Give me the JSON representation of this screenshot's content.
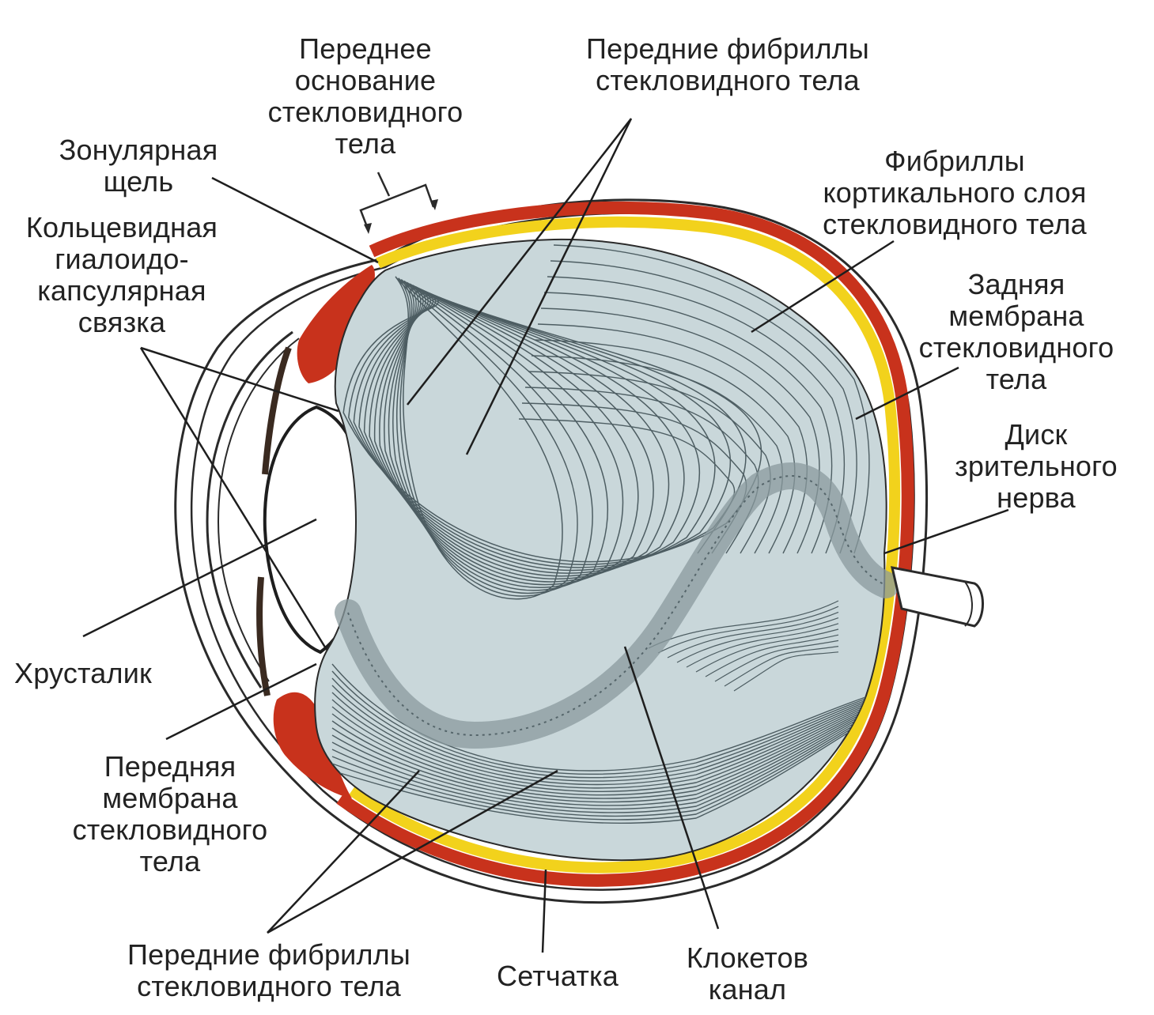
{
  "colors": {
    "vitreous": "#c9d7da",
    "fibril": "#4d5d62",
    "choroid": "#c8321c",
    "retina": "#f2d21c",
    "outline": "#2a2a2a",
    "text": "#222222"
  },
  "labels": {
    "anterior_base": "Переднее\nоснование\nстекловидного\nтела",
    "anterior_fibrils_top": "Передние фибриллы\nстекловидного тела",
    "zonular_gap": "Зонулярная\nщель",
    "ring_ligament": "Кольцевидная\nгиалоидо-\nкапсулярная\nсвязка",
    "cortical_fibrils": "Фибриллы\nкортикального слоя\nстекловидного тела",
    "posterior_membrane": "Задняя\nмембрана\nстекловидного\nтела",
    "optic_disc": "Диск\nзрительного\nнерва",
    "lens": "Хрусталик",
    "anterior_membrane": "Передняя\nмембрана\nстекловидного\nтела",
    "anterior_fibrils_bottom": "Передние фибриллы\nстекловидного тела",
    "retina": "Сетчатка",
    "cloquet_canal": "Клокетов\nканал"
  }
}
